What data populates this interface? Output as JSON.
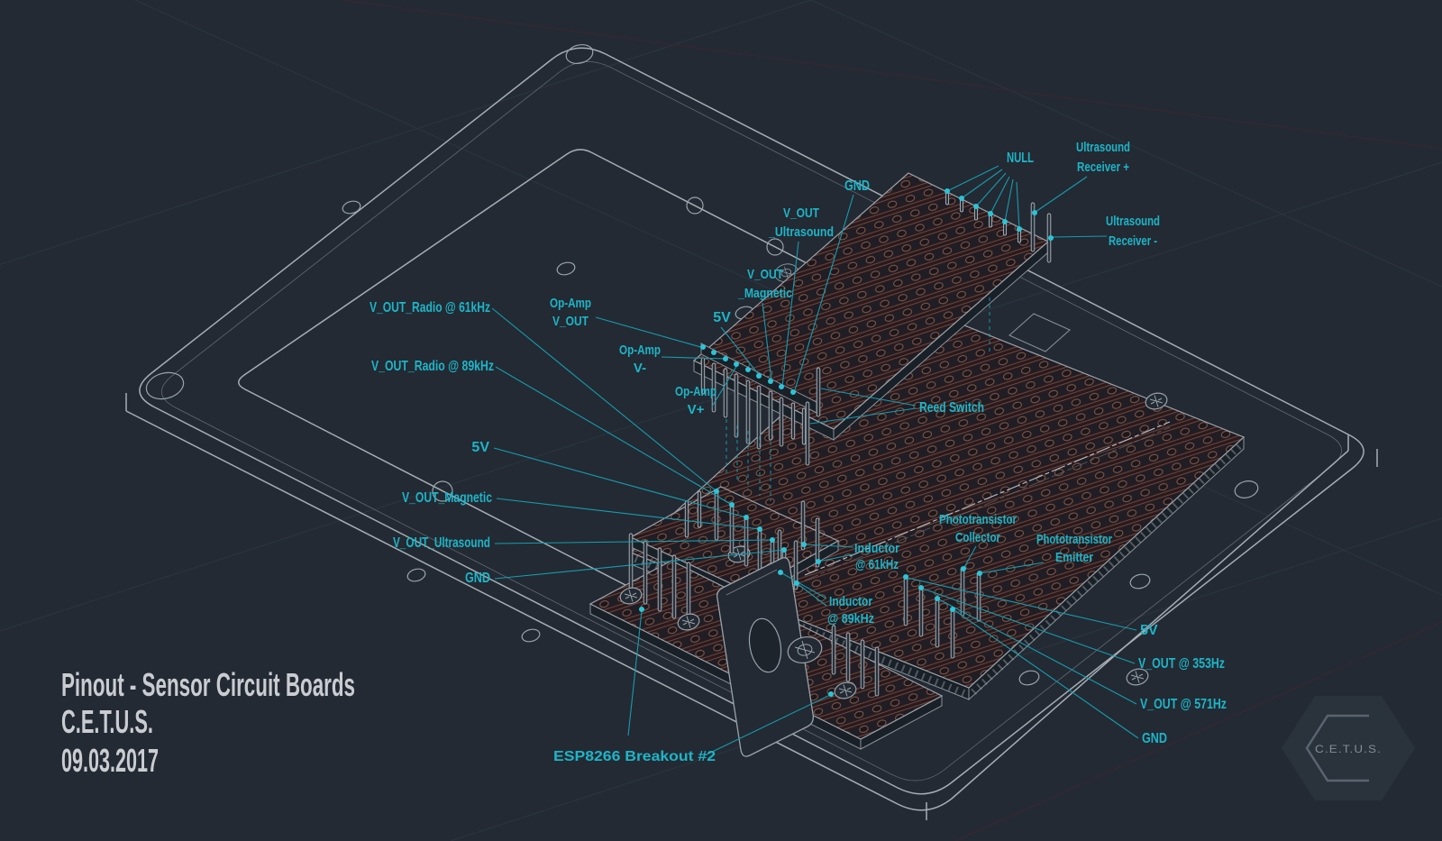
{
  "title_block": {
    "line1": "Pinout - Sensor Circuit Boards",
    "line2": "C.E.T.U.S.",
    "line3": "09.03.2017"
  },
  "logo": {
    "text": "C.E.T.U.S."
  },
  "labels": {
    "null_pins": "NULL",
    "ultrasound_receiver_plus": [
      "Ultrasound",
      "Receiver +"
    ],
    "ultrasound_receiver_minus": [
      "Ultrasound",
      "Receiver -"
    ],
    "gnd_top": "GND",
    "v_out_ultrasound_top": [
      "V_OUT",
      "_Ultrasound"
    ],
    "v_out_magnetic_top": [
      "V_OUT",
      "_Magnetic"
    ],
    "five_v_mid": "5V",
    "op_amp_v_out": [
      "Op-Amp",
      "V_OUT"
    ],
    "op_amp_v_minus": [
      "Op-Amp",
      "V-"
    ],
    "op_amp_v_plus": [
      "Op-Amp",
      "V+"
    ],
    "v_out_radio_61khz": "V_OUT_Radio @ 61kHz",
    "v_out_radio_89khz": "V_OUT_Radio @ 89kHz",
    "five_v_left": "5V",
    "v_out_magnetic_left": "V_OUT_Magnetic",
    "v_out_ultrasound_left": "V_OUT_Ultrasound",
    "gnd_left": "GND",
    "reed_switch": "Reed Switch",
    "inductor_61khz": [
      "Inductor",
      "@ 61kHz"
    ],
    "inductor_89khz": [
      "Inductor",
      "@ 89kHz"
    ],
    "phototransistor_collector": [
      "Phototransistor",
      "Collector"
    ],
    "phototransistor_emitter": [
      "Phototransistor",
      "Emitter"
    ],
    "five_v_right": "5V",
    "v_out_353hz": "V_OUT @ 353Hz",
    "v_out_571hz": "V_OUT @ 571Hz",
    "gnd_right": "GND",
    "esp8266_breakout": "ESP8266 Breakout #2"
  },
  "colors": {
    "background": "#232a33",
    "accent": "#1db5c8",
    "plate_line": "#9aa3ab",
    "copper": "#74453a",
    "title_text": "#c9ccd1"
  }
}
